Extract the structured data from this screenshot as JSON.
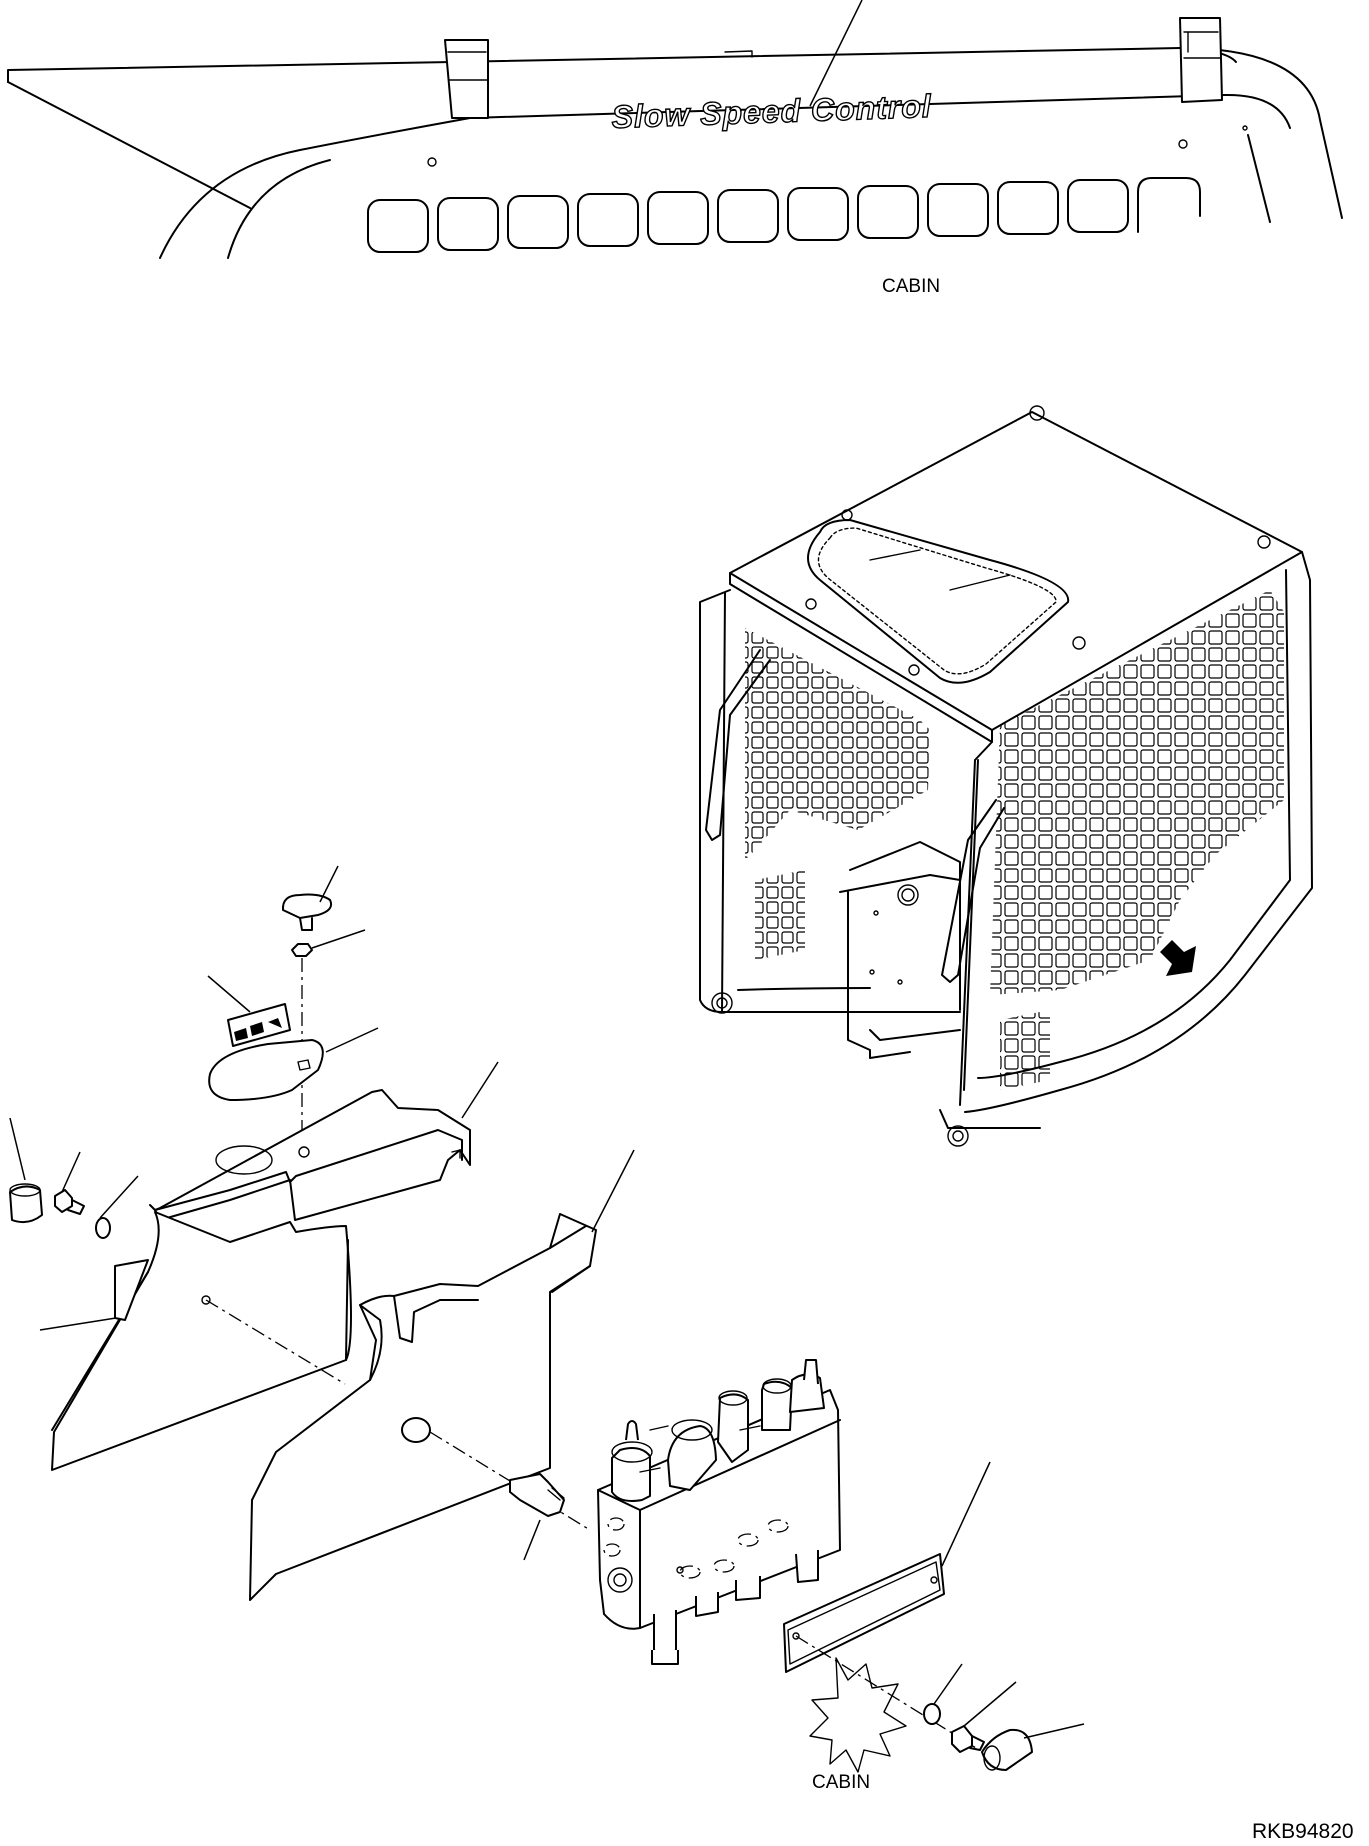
{
  "labels": {
    "cabin_top": "CABIN",
    "cabin_bottom": "CABIN",
    "decal_text": "Slow Speed Control",
    "drawing_ref": "RKB94820"
  },
  "icons": {
    "arrow": "arrow-down-right-icon"
  }
}
